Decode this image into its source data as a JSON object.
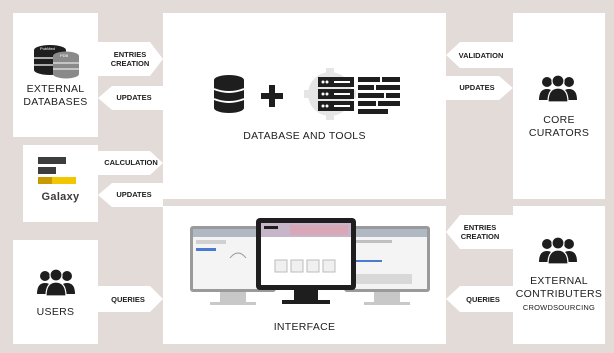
{
  "left": {
    "external_databases": {
      "label_line1": "EXTERNAL",
      "label_line2": "DATABASES",
      "icon_text1": "PubMed",
      "icon_text2": "PDB"
    },
    "galaxy": {
      "label": "Galaxy"
    },
    "users": {
      "label": "USERS"
    }
  },
  "center": {
    "database_tools": {
      "label": "DATABASE AND TOOLS"
    },
    "interface": {
      "label": "INTERFACE"
    }
  },
  "right": {
    "core_curators": {
      "label_line1": "CORE",
      "label_line2": "CURATORS"
    },
    "external_contributers": {
      "label_line1": "EXTERNAL",
      "label_line2": "CONTRIBUTERS",
      "label_line3": "CROWDSOURCING"
    }
  },
  "arrows": {
    "entries_creation_left": {
      "line1": "ENTRIES",
      "line2": "CREATION"
    },
    "updates_left_top": "UPDATES",
    "calculation": "CALCULATION",
    "updates_left_bottom": "UPDATES",
    "queries_left": "QUERIES",
    "validation": "VALIDATION",
    "updates_right": "UPDATES",
    "entries_creation_right": {
      "line1": "ENTRIES",
      "line2": "CREATION"
    },
    "queries_right": "QUERIES"
  }
}
